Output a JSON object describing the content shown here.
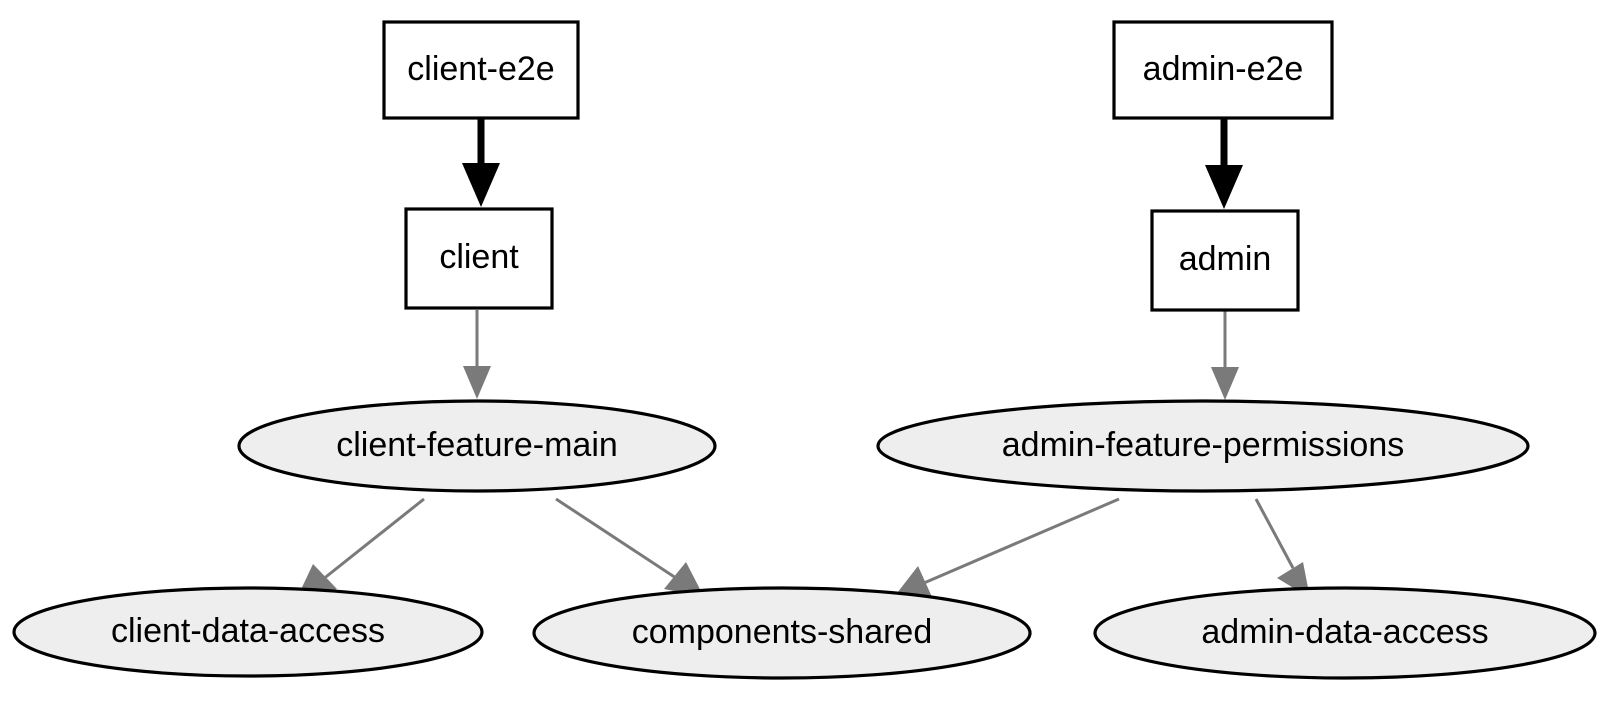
{
  "diagram": {
    "type": "dependency-graph",
    "title": "",
    "background_color": "#ffffff",
    "box_fill": "#ffffff",
    "box_stroke": "#000000",
    "ellipse_fill": "#eeeeee",
    "ellipse_stroke": "#000000",
    "strong_edge_color": "#000000",
    "weak_edge_color": "#7a7a7a",
    "nodes": [
      {
        "id": "client-e2e",
        "label": "client-e2e",
        "shape": "box"
      },
      {
        "id": "client",
        "label": "client",
        "shape": "box"
      },
      {
        "id": "admin-e2e",
        "label": "admin-e2e",
        "shape": "box"
      },
      {
        "id": "admin",
        "label": "admin",
        "shape": "box"
      },
      {
        "id": "client-feature-main",
        "label": "client-feature-main",
        "shape": "ellipse"
      },
      {
        "id": "admin-feature-permissions",
        "label": "admin-feature-permissions",
        "shape": "ellipse"
      },
      {
        "id": "client-data-access",
        "label": "client-data-access",
        "shape": "ellipse"
      },
      {
        "id": "components-shared",
        "label": "components-shared",
        "shape": "ellipse"
      },
      {
        "id": "admin-data-access",
        "label": "admin-data-access",
        "shape": "ellipse"
      }
    ],
    "edges": [
      {
        "from": "client-e2e",
        "to": "client",
        "style": "strong"
      },
      {
        "from": "admin-e2e",
        "to": "admin",
        "style": "strong"
      },
      {
        "from": "client",
        "to": "client-feature-main",
        "style": "weak"
      },
      {
        "from": "admin",
        "to": "admin-feature-permissions",
        "style": "weak"
      },
      {
        "from": "client-feature-main",
        "to": "client-data-access",
        "style": "weak"
      },
      {
        "from": "client-feature-main",
        "to": "components-shared",
        "style": "weak"
      },
      {
        "from": "admin-feature-permissions",
        "to": "components-shared",
        "style": "weak"
      },
      {
        "from": "admin-feature-permissions",
        "to": "admin-data-access",
        "style": "weak"
      }
    ]
  }
}
